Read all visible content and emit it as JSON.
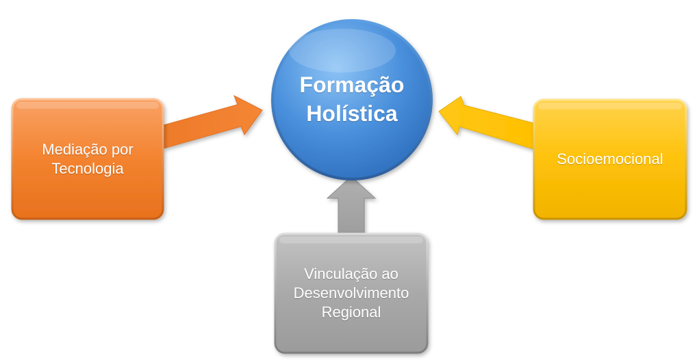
{
  "diagram": {
    "center": {
      "label": "Formação\nHolística",
      "color": "#4A8FD8"
    },
    "nodes": [
      {
        "id": "left",
        "label": "Mediação por\nTecnologia",
        "color": "#F07C2E"
      },
      {
        "id": "right",
        "label": "Socioemocional",
        "color": "#FFC000"
      },
      {
        "id": "bottom",
        "label": "Vinculação ao\nDesenvolvimento\nRegional",
        "color": "#A6A6A6"
      }
    ]
  }
}
